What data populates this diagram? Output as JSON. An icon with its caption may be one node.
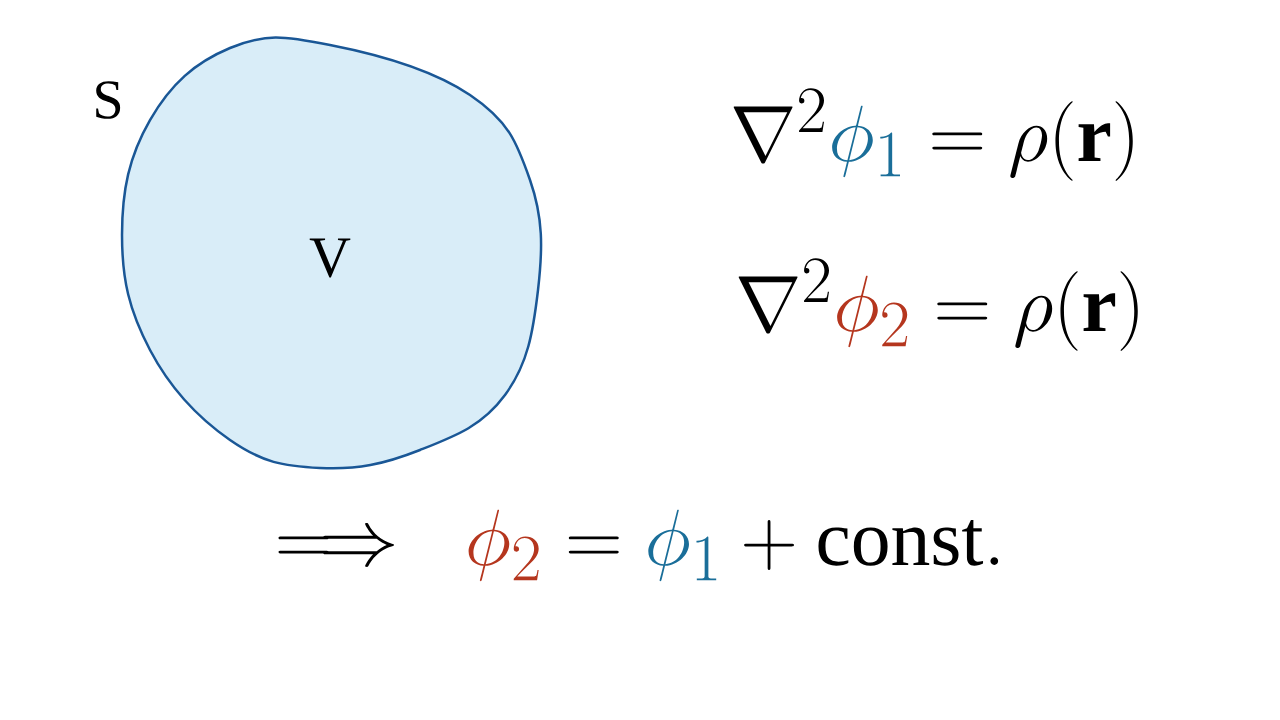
{
  "diagram": {
    "nodes": [
      {
        "text": [
          "V"
        ]
      }
    ],
    "labels": [
      "S",
      "\\nabla^2 {\\color[HTML]{1A6E99}\\phi_1} = \\rho(\\mathbf{r})",
      "\\nabla^2 {\\color[HTML]{B5361E}\\phi_2} = \\rho(\\mathbf{r})",
      "\\Longrightarrow\\;\\; {\\color[HTML]{B5361E}\\phi_2} = {\\color[HTML]{1A6E99}\\phi_1} + \\mathrm{const.}"
    ]
  }
}
